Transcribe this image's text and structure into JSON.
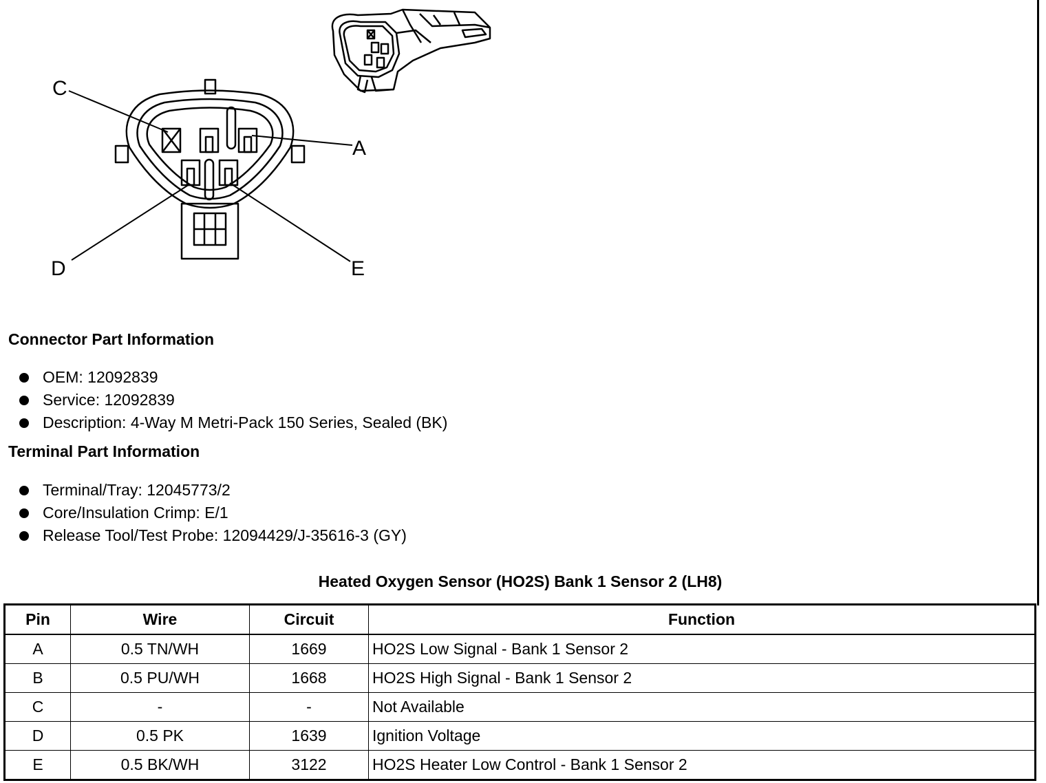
{
  "diagram": {
    "callouts": [
      "A",
      "C",
      "D",
      "E"
    ]
  },
  "connector_info": {
    "heading": "Connector Part Information",
    "items": [
      "OEM: 12092839",
      "Service: 12092839",
      "Description: 4-Way M Metri-Pack 150 Series, Sealed (BK)"
    ]
  },
  "terminal_info": {
    "heading": "Terminal Part Information",
    "items": [
      "Terminal/Tray: 12045773/2",
      "Core/Insulation Crimp: E/1",
      "Release Tool/Test Probe: 12094429/J-35616-3 (GY)"
    ]
  },
  "table": {
    "caption": "Heated Oxygen Sensor (HO2S) Bank 1 Sensor 2 (LH8)",
    "headers": [
      "Pin",
      "Wire",
      "Circuit",
      "Function"
    ],
    "rows": [
      [
        "A",
        "0.5 TN/WH",
        "1669",
        "HO2S Low Signal - Bank 1 Sensor 2"
      ],
      [
        "B",
        "0.5 PU/WH",
        "1668",
        "HO2S High Signal - Bank 1 Sensor 2"
      ],
      [
        "C",
        "-",
        "-",
        "Not Available"
      ],
      [
        "D",
        "0.5 PK",
        "1639",
        "Ignition Voltage"
      ],
      [
        "E",
        "0.5 BK/WH",
        "3122",
        "HO2S Heater Low Control - Bank 1 Sensor 2"
      ]
    ]
  }
}
